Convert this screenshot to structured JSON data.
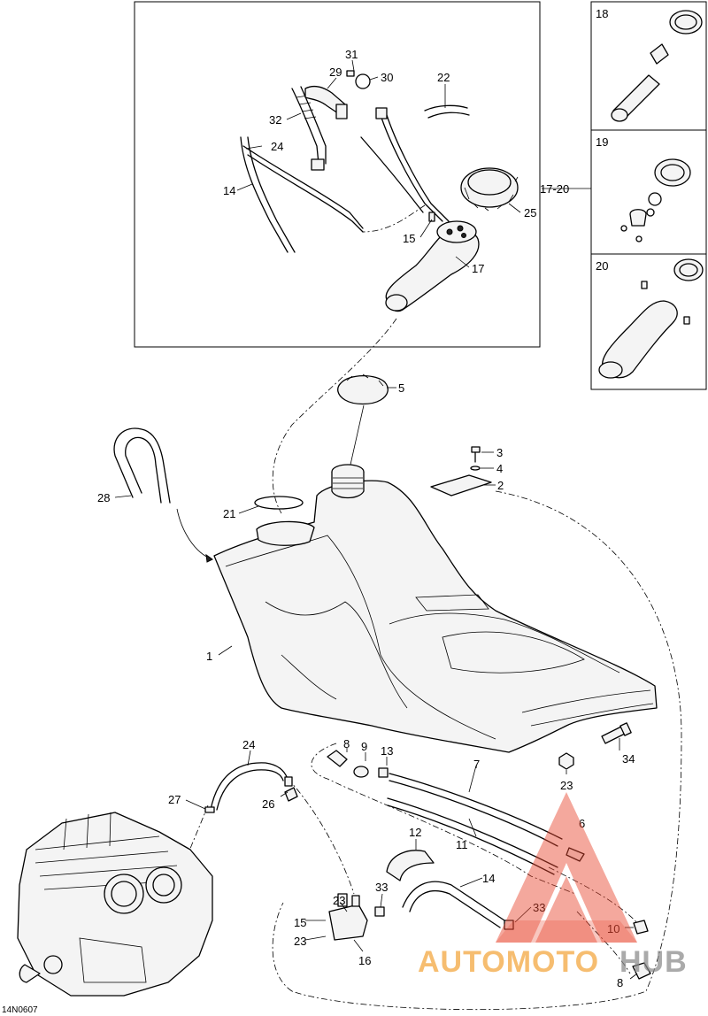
{
  "diagram_ref": "14N0607",
  "callouts": {
    "c1": "1",
    "c2": "2",
    "c3": "3",
    "c4": "4",
    "c5": "5",
    "c6": "6",
    "c7": "7",
    "c8a": "8",
    "c8b": "8",
    "c9": "9",
    "c10": "10",
    "c11": "11",
    "c12": "12",
    "c13": "13",
    "c14a": "14",
    "c14b": "14",
    "c15a": "15",
    "c15b": "15",
    "c16": "16",
    "c17": "17",
    "c17_20": "17-20",
    "c18": "18",
    "c19": "19",
    "c20": "20",
    "c21": "21",
    "c22": "22",
    "c23a": "23",
    "c23b": "23",
    "c23c": "23",
    "c24a": "24",
    "c24b": "24",
    "c25": "25",
    "c26": "26",
    "c27": "27",
    "c28": "28",
    "c29": "29",
    "c30": "30",
    "c31": "31",
    "c32": "32",
    "c33a": "33",
    "c33b": "33",
    "c34": "34"
  },
  "watermark": {
    "text_part1": "AUTOMOTO",
    "text_part2": "HUB",
    "color_primary": "#e8462e",
    "color_secondary": "#f2a43a",
    "color_text_gray": "#8a8a8a"
  }
}
